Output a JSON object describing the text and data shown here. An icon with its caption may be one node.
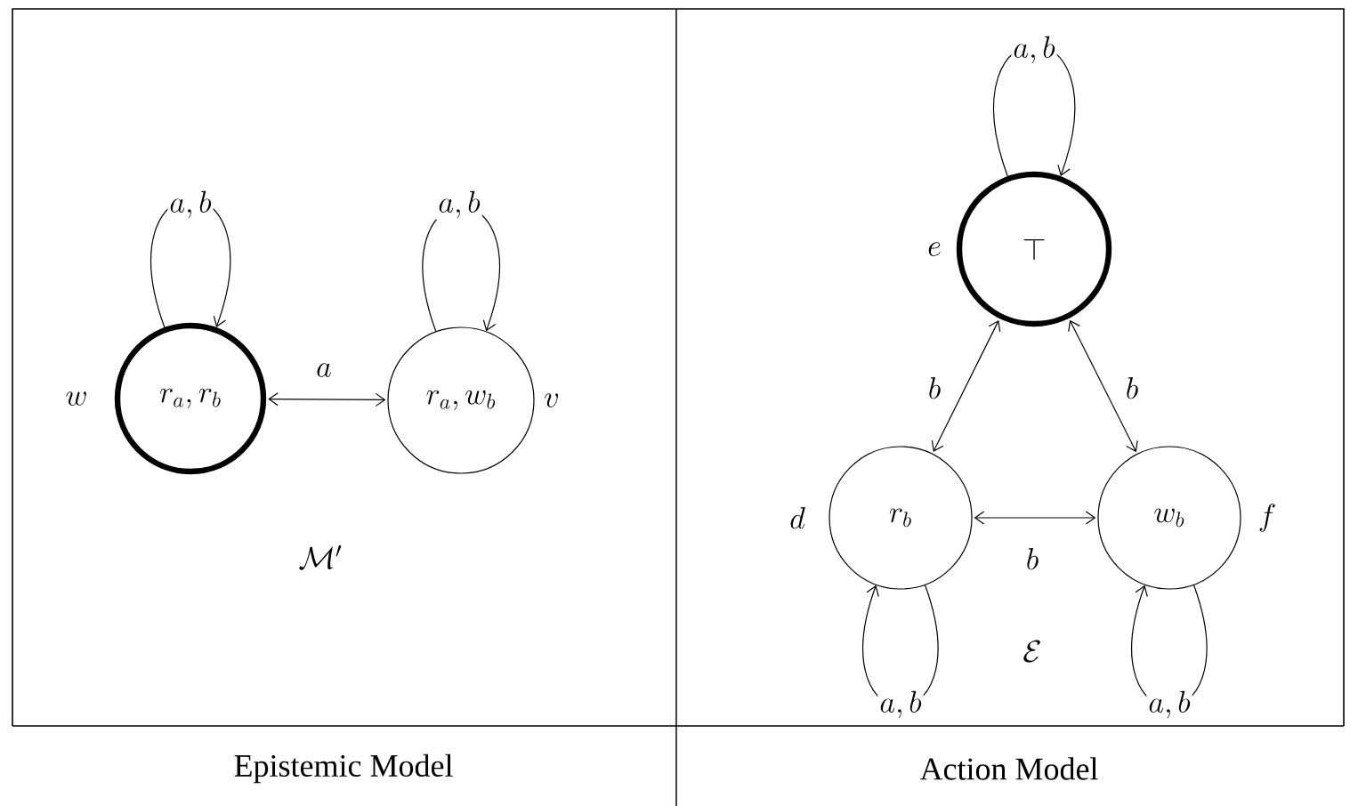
{
  "diagram": {
    "nodes": [
      {
        "text": [
          "r_a, r_b"
        ],
        "beside": [
          "w"
        ]
      },
      {
        "text": [
          "r_a, w_b"
        ],
        "beside": [
          "v"
        ]
      },
      {
        "text": [
          "\\top"
        ],
        "beside": [
          "e"
        ]
      },
      {
        "text": [
          "r_b"
        ],
        "beside": [
          "d"
        ]
      },
      {
        "text": [
          "w_b"
        ],
        "beside": [
          "f"
        ]
      }
    ],
    "edges": [
      {
        "from": 0,
        "to": 0,
        "arrow": "to",
        "label": "a, b"
      },
      {
        "from": 1,
        "to": 1,
        "arrow": "to",
        "label": "a, b"
      },
      {
        "from": 0,
        "to": 1,
        "arrow": "both",
        "label": "a"
      },
      {
        "from": 2,
        "to": 2,
        "arrow": "to",
        "label": "a, b"
      },
      {
        "from": 2,
        "to": 3,
        "arrow": "both",
        "label": "b"
      },
      {
        "from": 2,
        "to": 4,
        "arrow": "both",
        "label": "b"
      },
      {
        "from": 3,
        "to": 4,
        "arrow": "both",
        "label": "b"
      },
      {
        "from": 3,
        "to": 3,
        "arrow": "to",
        "label": "a, b"
      },
      {
        "from": 4,
        "to": 4,
        "arrow": "to",
        "label": "a, b"
      }
    ],
    "labels": [
      "\\mathcal{M}'",
      "\\mathcal{E}",
      "Epistemic Model",
      "Action Model"
    ]
  }
}
